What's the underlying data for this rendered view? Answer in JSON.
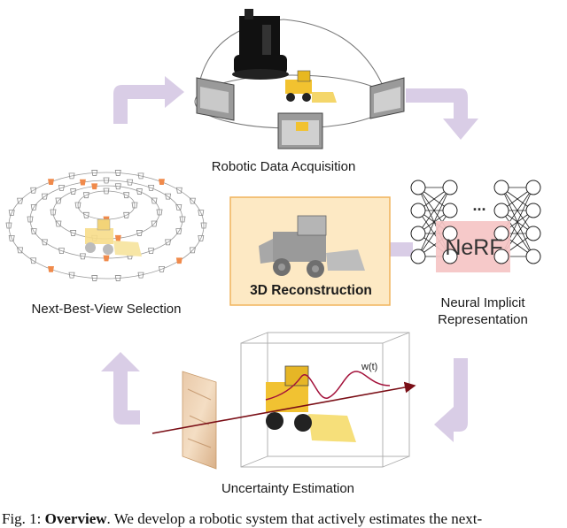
{
  "labels": {
    "acquisition": "Robotic Data Acquisition",
    "nbv": "Next-Best-View Selection",
    "neural_line1": "Neural Implicit",
    "neural_line2": "Representation",
    "uncertainty": "Uncertainty Estimation",
    "reconstruction": "3D Reconstruction",
    "nerf": "NeRF",
    "weight_fn": "w(t)",
    "ellipsis": "..."
  },
  "caption": {
    "prefix": "Fig. 1: ",
    "bold": "Overview",
    "text": ". We develop a robotic system that actively estimates the next-"
  },
  "colors": {
    "flow_arrow": "#d9cde6",
    "recon_box_fill": "#fde9c4",
    "recon_box_border": "#f0b35b",
    "nerf_fill": "#f5c4c4",
    "ray": "#7a0e16",
    "selected_view": "#f08a4b"
  }
}
